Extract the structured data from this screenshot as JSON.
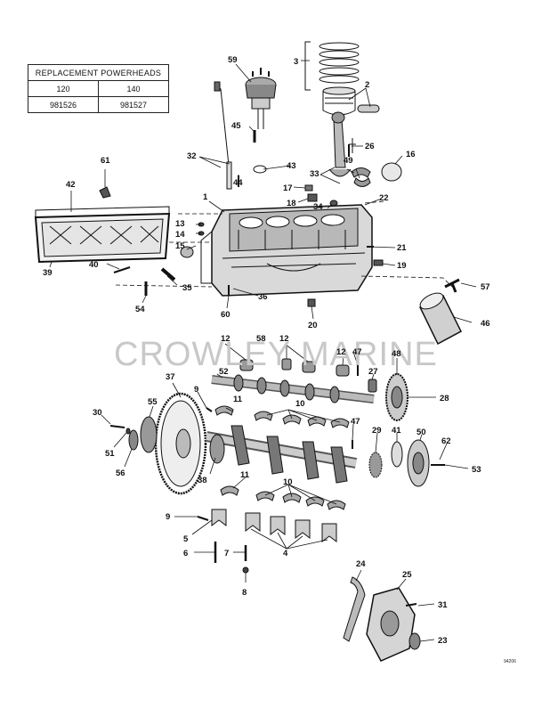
{
  "table": {
    "title": "REPLACEMENT POWERHEADS",
    "columns": [
      "120",
      "140"
    ],
    "values": [
      "981526",
      "981527"
    ]
  },
  "watermark": "CROWLEY MARINE",
  "drawing_code": "94206",
  "callouts": {
    "c1": "1",
    "c2": "2",
    "c3": "3",
    "c4": "4",
    "c5": "5",
    "c6": "6",
    "c7": "7",
    "c8": "8",
    "c9a": "9",
    "c9b": "9",
    "c10a": "10",
    "c10b": "10",
    "c11a": "11",
    "c11b": "11",
    "c12a": "12",
    "c12b": "12",
    "c12c": "12",
    "c13": "13",
    "c14": "14",
    "c15": "15",
    "c16": "16",
    "c17": "17",
    "c18": "18",
    "c19": "19",
    "c20": "20",
    "c21": "21",
    "c22": "22",
    "c23": "23",
    "c24": "24",
    "c25": "25",
    "c26": "26",
    "c27": "27",
    "c28": "28",
    "c29": "29",
    "c30": "30",
    "c31": "31",
    "c32": "32",
    "c33": "33",
    "c34": "34",
    "c35": "35",
    "c36": "36",
    "c37": "37",
    "c38": "38",
    "c39": "39",
    "c40": "40",
    "c41": "41",
    "c42": "42",
    "c43": "43",
    "c44": "44",
    "c45": "45",
    "c46": "46",
    "c47a": "47",
    "c47b": "47",
    "c48": "48",
    "c49": "49",
    "c50": "50",
    "c51": "51",
    "c52": "52",
    "c53": "53",
    "c54": "54",
    "c55": "55",
    "c56": "56",
    "c57": "57",
    "c58": "58",
    "c59": "59",
    "c60": "60",
    "c61": "61",
    "c62": "62"
  },
  "colors": {
    "ink": "#111111",
    "watermark": "#c8c8c8",
    "paper": "#ffffff"
  }
}
